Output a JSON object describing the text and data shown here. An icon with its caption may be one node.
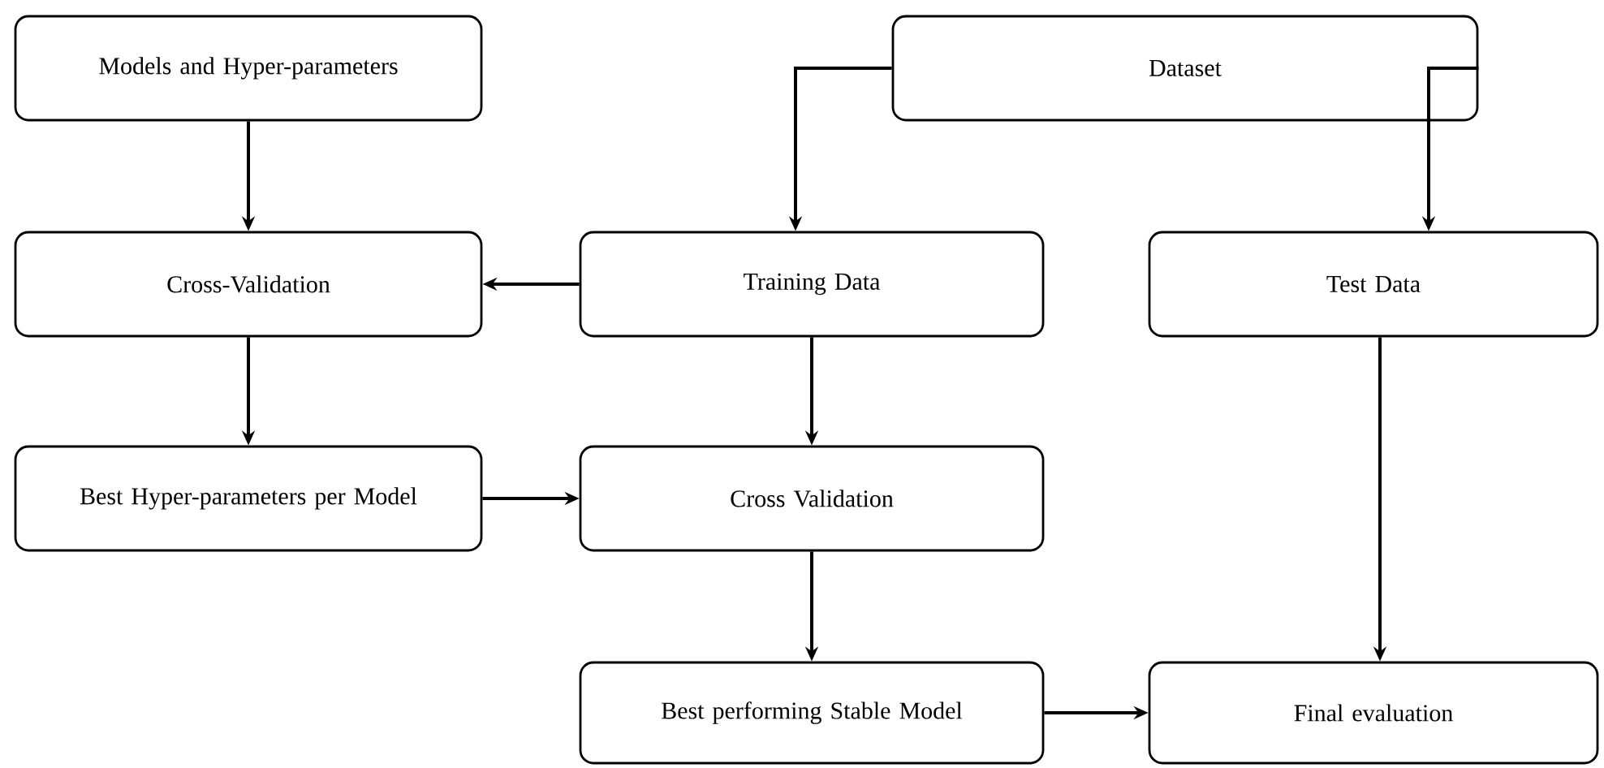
{
  "diagram": {
    "nodes": [
      {
        "text": [
          "Models and Hyper-parameters"
        ]
      },
      {
        "text": [
          "Dataset"
        ]
      },
      {
        "text": [
          "Cross-Validation"
        ]
      },
      {
        "text": [
          "Training Data"
        ]
      },
      {
        "text": [
          "Test Data"
        ]
      },
      {
        "text": [
          "Best Hyper-parameters per Model"
        ]
      },
      {
        "text": [
          "Cross Validation"
        ]
      },
      {
        "text": [
          "Best performing Stable Model"
        ]
      },
      {
        "text": [
          "Final evaluation"
        ]
      }
    ],
    "edges": [
      {
        "from": 0,
        "to": 2,
        "arrow": "to"
      },
      {
        "from": 1,
        "to": 3,
        "arrow": "to"
      },
      {
        "from": 1,
        "to": 4,
        "arrow": "to"
      },
      {
        "from": 3,
        "to": 2,
        "arrow": "to"
      },
      {
        "from": 2,
        "to": 5,
        "arrow": "to"
      },
      {
        "from": 3,
        "to": 6,
        "arrow": "to"
      },
      {
        "from": 5,
        "to": 6,
        "arrow": "to"
      },
      {
        "from": 6,
        "to": 7,
        "arrow": "to"
      },
      {
        "from": 4,
        "to": 8,
        "arrow": "to"
      },
      {
        "from": 7,
        "to": 8,
        "arrow": "to"
      }
    ]
  }
}
